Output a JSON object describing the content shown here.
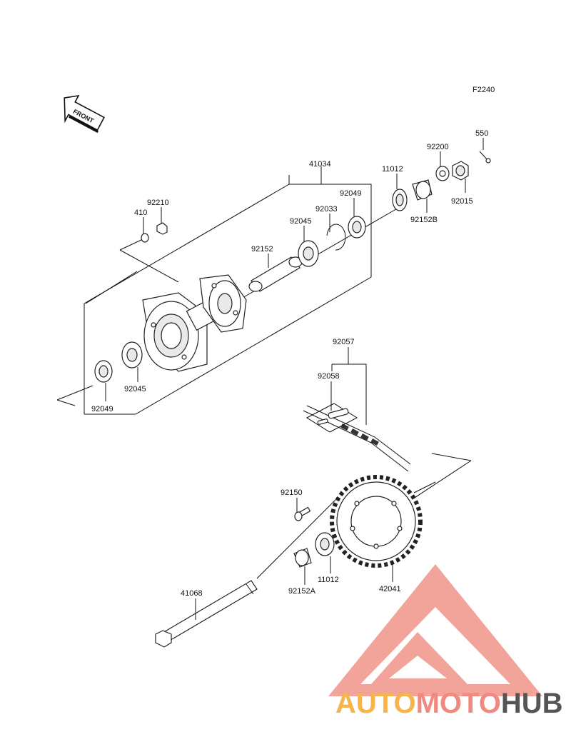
{
  "figure_code": "F2240",
  "front_arrow": "FRONT",
  "watermark": {
    "part1": "AUTO",
    "part2": "MOTO",
    "part3": "HUB",
    "color1": "#f6b44a",
    "color2": "#ef8a80",
    "color3": "#555555",
    "logo_color": "#f08a80"
  },
  "parts": {
    "p41034": "41034",
    "p92210": "92210",
    "p410": "410",
    "p11012_top": "11012",
    "p92049_top": "92049",
    "p92033": "92033",
    "p92045_top": "92045",
    "p92152": "92152",
    "p92200": "92200",
    "p550": "550",
    "p92015": "92015",
    "p92152B": "92152B",
    "p92045_bot": "92045",
    "p92049_bot": "92049",
    "p92057": "92057",
    "p92058": "92058",
    "p92150": "92150",
    "p11012_bot": "11012",
    "p92152A": "92152A",
    "p42041": "42041",
    "p41068": "41068"
  }
}
